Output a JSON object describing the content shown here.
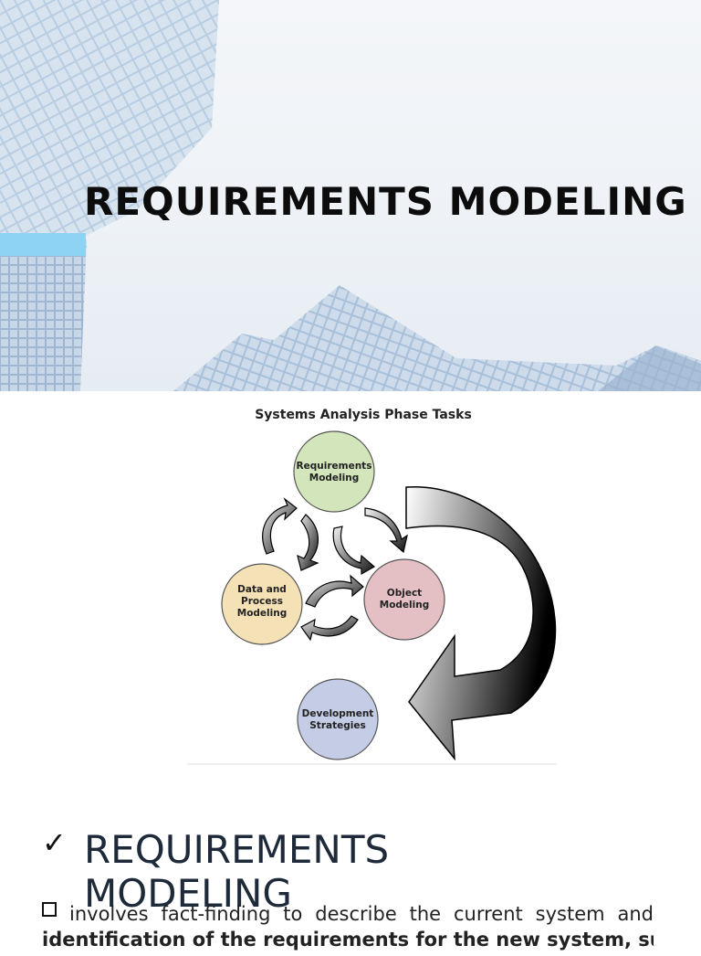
{
  "slide1": {
    "title": "REQUIREMENTS MODELING"
  },
  "diagram": {
    "title": "Systems Analysis Phase Tasks",
    "nodes": [
      {
        "lines": [
          "Requirements",
          "Modeling"
        ],
        "color": "#d3e5bb"
      },
      {
        "lines": [
          "Data and",
          "Process",
          "Modeling"
        ],
        "color": "#f4e1b5"
      },
      {
        "lines": [
          "Object",
          "Modeling"
        ],
        "color": "#e4c0c4"
      },
      {
        "lines": [
          "Development",
          "Strategies"
        ],
        "color": "#c5cce6"
      }
    ]
  },
  "slide3": {
    "heading": "REQUIREMENTS MODELING",
    "paragraph": "involves fact-finding to describe the current system and",
    "paragraph_cont": "identification of the requirements for the new system, such as"
  }
}
